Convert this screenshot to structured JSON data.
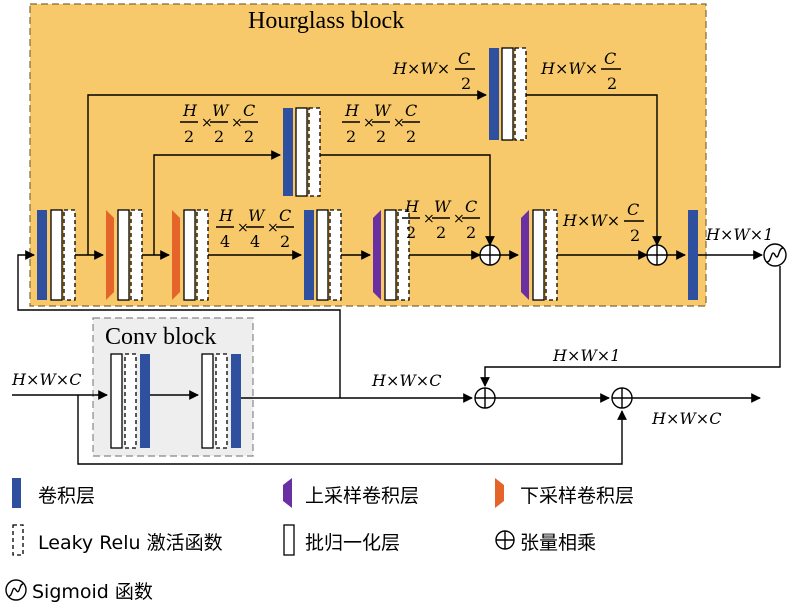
{
  "hourglass": {
    "title": "Hourglass block"
  },
  "conv": {
    "title": "Conv block"
  },
  "dims": {
    "hwc": "H×W×C",
    "hw1": "H×W×1",
    "hw_prefix": "H×W×",
    "c": "C",
    "two": "2",
    "four": "4",
    "h": "H",
    "w": "W",
    "times": "×"
  },
  "legend": {
    "conv": "卷积层",
    "up": "上采样卷积层",
    "down": "下采样卷积层",
    "leaky": "Leaky Relu 激活函数",
    "bn": "批归一化层",
    "mul": "张量相乘",
    "sigmoid": "Sigmoid 函数"
  },
  "colors": {
    "hourglass_bg": "#f7c96a",
    "hourglass_border": "#7a6a3a",
    "conv_bg": "#eeeeee",
    "conv_layer": "#2f4f9f",
    "up_layer": "#6a2fa0",
    "down_layer": "#e4642a"
  }
}
